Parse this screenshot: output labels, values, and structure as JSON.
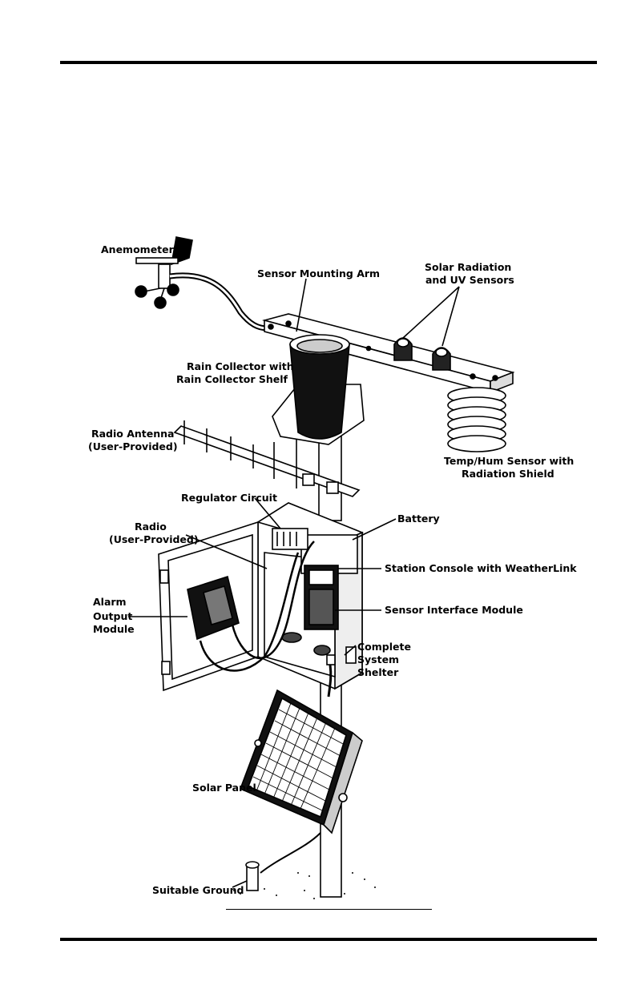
{
  "labels": {
    "anemometer": "Anemometer",
    "sensor_mounting_arm": "Sensor Mounting Arm",
    "solar_radiation_1": "Solar Radiation",
    "solar_radiation_2": "and UV Sensors",
    "rain_collector_1": "Rain Collector with",
    "rain_collector_2": "Rain Collector Shelf",
    "radio_antenna_1": "Radio Antenna",
    "radio_antenna_2": "(User-Provided)",
    "temp_hum_1": "Temp/Hum Sensor with",
    "temp_hum_2": "Radiation Shield",
    "regulator_circuit": "Regulator Circuit",
    "radio_1": "Radio",
    "radio_2": "(User-Provided)",
    "battery": "Battery",
    "station_console": "Station Console with WeatherLink",
    "alarm_1": "Alarm",
    "alarm_2": "Output",
    "alarm_3": "Module",
    "sensor_interface": "Sensor Interface Module",
    "shelter_1": "Complete",
    "shelter_2": "System",
    "shelter_3": "Shelter",
    "solar_panel": "Solar Panel",
    "suitable_ground": "Suitable Ground"
  }
}
